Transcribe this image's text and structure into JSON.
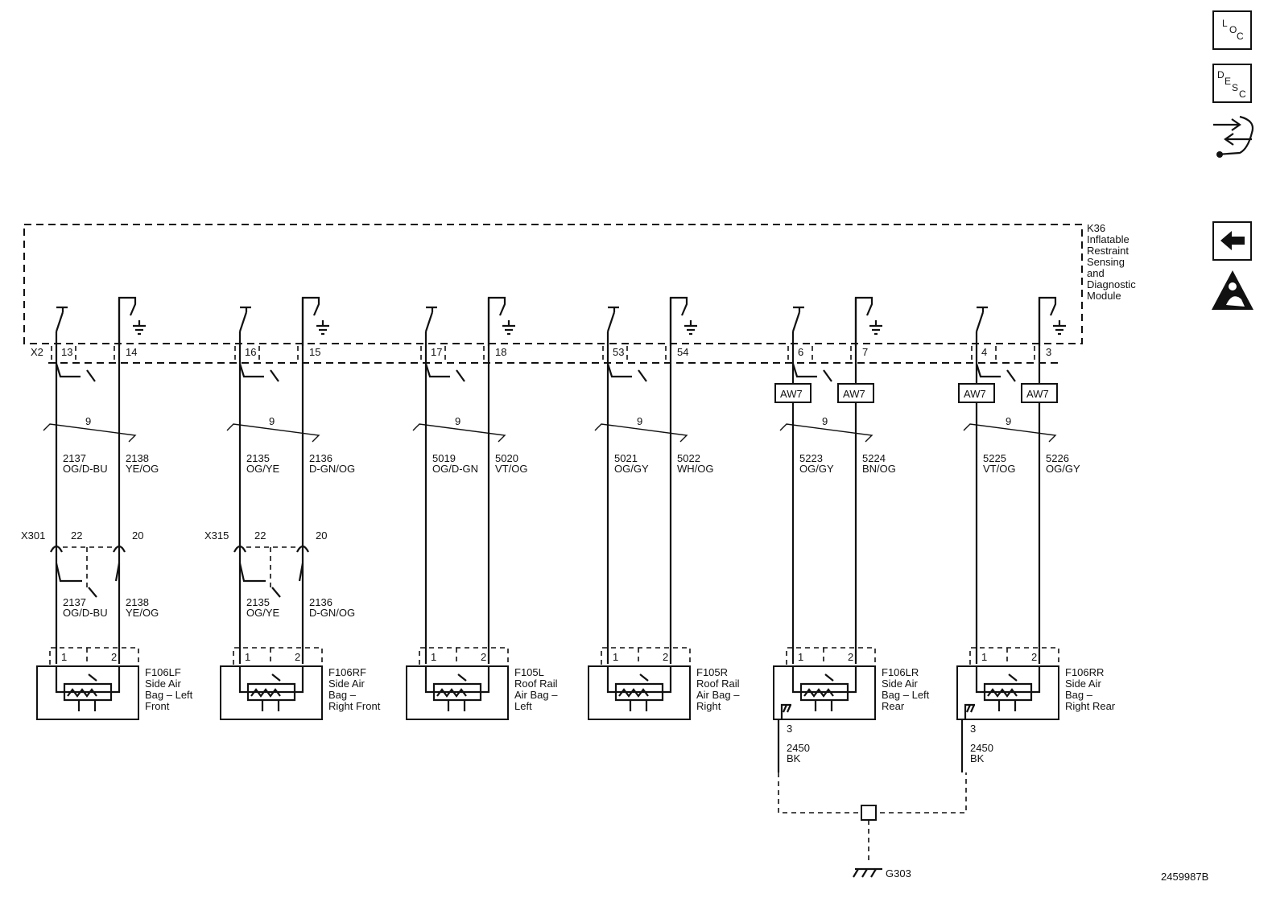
{
  "nav": {
    "loc": [
      "L",
      "O",
      "C"
    ],
    "desc": [
      "D",
      "E",
      "S",
      "C"
    ],
    "icons": [
      "connector-swap-icon",
      "back-arrow-icon",
      "warning-airbag-icon"
    ]
  },
  "module": {
    "lines": [
      "K36",
      "Inflatable",
      "Restraint",
      "Sensing",
      "and",
      "Diagnostic",
      "Module"
    ]
  },
  "module_connector": "X2",
  "twist_count": "9",
  "circuits": [
    {
      "pins": [
        "13",
        "14"
      ],
      "upper_wires": [
        [
          "2137",
          "OG/D-BU"
        ],
        [
          "2138",
          "YE/OG"
        ]
      ],
      "inline": {
        "name": "X301",
        "pins": [
          "22",
          "20"
        ]
      },
      "lower_wires": [
        [
          "2137",
          "OG/D-BU"
        ],
        [
          "2138",
          "YE/OG"
        ]
      ],
      "aw7": false,
      "dev_pins": [
        "1",
        "2"
      ],
      "device": [
        "F106LF",
        "Side Air",
        "Bag – Left",
        "Front"
      ],
      "ground": null
    },
    {
      "pins": [
        "16",
        "15"
      ],
      "upper_wires": [
        [
          "2135",
          "OG/YE"
        ],
        [
          "2136",
          "D-GN/OG"
        ]
      ],
      "inline": {
        "name": "X315",
        "pins": [
          "22",
          "20"
        ]
      },
      "lower_wires": [
        [
          "2135",
          "OG/YE"
        ],
        [
          "2136",
          "D-GN/OG"
        ]
      ],
      "aw7": false,
      "dev_pins": [
        "1",
        "2"
      ],
      "device": [
        "F106RF",
        "Side Air",
        "Bag –",
        "Right Front"
      ],
      "ground": null
    },
    {
      "pins": [
        "17",
        "18"
      ],
      "upper_wires": [
        [
          "5019",
          "OG/D-GN"
        ],
        [
          "5020",
          "VT/OG"
        ]
      ],
      "inline": null,
      "lower_wires": null,
      "aw7": false,
      "dev_pins": [
        "1",
        "2"
      ],
      "device": [
        "F105L",
        "Roof Rail",
        "Air Bag –",
        "Left"
      ],
      "ground": null
    },
    {
      "pins": [
        "53",
        "54"
      ],
      "upper_wires": [
        [
          "5021",
          "OG/GY"
        ],
        [
          "5022",
          "WH/OG"
        ]
      ],
      "inline": null,
      "lower_wires": null,
      "aw7": false,
      "dev_pins": [
        "1",
        "2"
      ],
      "device": [
        "F105R",
        "Roof Rail",
        "Air Bag –",
        "Right"
      ],
      "ground": null
    },
    {
      "pins": [
        "6",
        "7"
      ],
      "upper_wires": [
        [
          "5223",
          "OG/GY"
        ],
        [
          "5224",
          "BN/OG"
        ]
      ],
      "inline": null,
      "lower_wires": null,
      "aw7": true,
      "dev_pins": [
        "1",
        "2"
      ],
      "device": [
        "F106LR",
        "Side Air",
        "Bag – Left",
        "Rear"
      ],
      "ground": {
        "pin": "3",
        "wire": [
          "2450",
          "BK"
        ]
      }
    },
    {
      "pins": [
        "4",
        "3"
      ],
      "upper_wires": [
        [
          "5225",
          "VT/OG"
        ],
        [
          "5226",
          "OG/GY"
        ]
      ],
      "inline": null,
      "lower_wires": null,
      "aw7": true,
      "dev_pins": [
        "1",
        "2"
      ],
      "device": [
        "F106RR",
        "Side Air",
        "Bag –",
        "Right Rear"
      ],
      "ground": {
        "pin": "3",
        "wire": [
          "2450",
          "BK"
        ]
      }
    }
  ],
  "aw7_label": "AW7",
  "ground_name": "G303",
  "doc_id": "2459987B"
}
